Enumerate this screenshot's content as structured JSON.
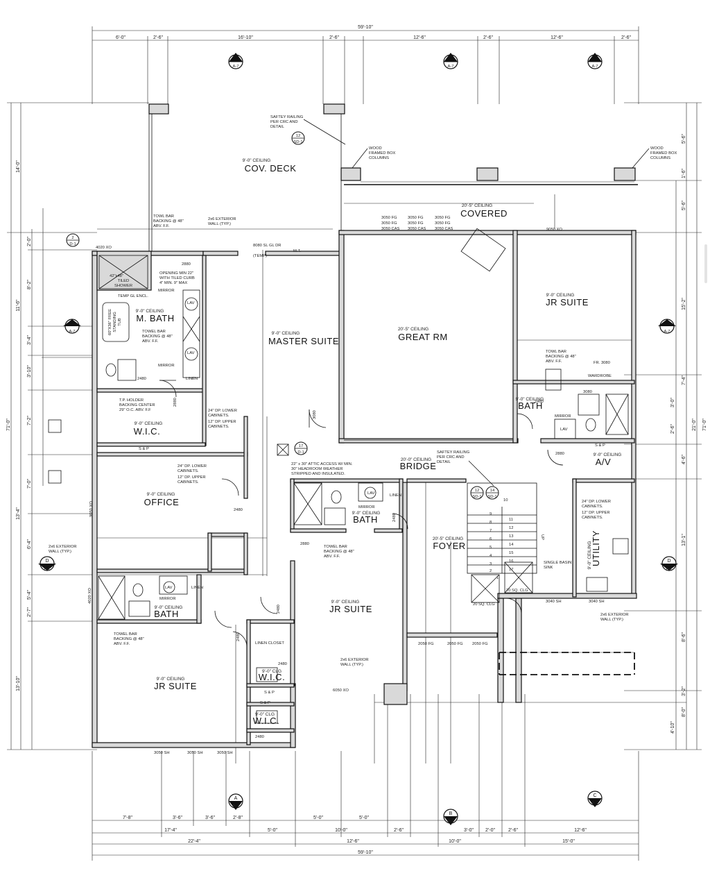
{
  "overall": {
    "top": "59'-10\"",
    "bottom": "59'-10\""
  },
  "top_dims": [
    "6'-0\"",
    "2'-6\"",
    "16'-10\"",
    "2'-6\"",
    "12'-6\"",
    "2'-6\"",
    "12'-6\"",
    "2'-6\""
  ],
  "bottom_dims": [
    "7'-8\"",
    "3'-6\"",
    "3'-6\"",
    "2'-8\"",
    "5'-0\"",
    "5'-0\"",
    "2'-6\"",
    "3'-0\"",
    "2'-0\"",
    "2'-6\"",
    "12'-6\""
  ],
  "bottom_dims2": [
    "17'-4\"",
    "5'-0\"",
    "10'-0\"",
    "2'-6\"",
    "10'-0\"",
    "2'-6\"",
    "12'-6\""
  ],
  "bottom_dims3": [
    "22'-4\"",
    "12'-6\"",
    "10'-0\"",
    "15'-0\""
  ],
  "left_dims": [
    "14'-0\"",
    "2'-0\"",
    "8'-2\"",
    "3'-4\"",
    "3'-10\"",
    "7'-2\"",
    "13'-4\"",
    "6'-4\"",
    "7'-0\"",
    "5'-4\"",
    "2'-7\"",
    "13'-10\"",
    "11'-6\"",
    "71'-0\""
  ],
  "right_dims": [
    "5'-6\"",
    "1'-6\"",
    "5'-6\"",
    "15'-2\"",
    "7'-4\"",
    "3'-0\"",
    "2'-6\"",
    "4'-6\"",
    "13'-1\"",
    "8'-6\"",
    "3'-2\"",
    "8'-0\"",
    "4'-10\"",
    "21'-0\"",
    "71'-0\""
  ],
  "section_tags": [
    {
      "letter": "A",
      "sheet": "A-7"
    },
    {
      "letter": "B",
      "sheet": "A-7"
    },
    {
      "letter": "C",
      "sheet": "A-7"
    },
    {
      "letter": "E",
      "sheet": "A-7"
    },
    {
      "letter": "E",
      "sheet": "A-7"
    },
    {
      "letter": "D",
      "sheet": "A-7"
    },
    {
      "letter": "D",
      "sheet": "A-7"
    },
    {
      "letter": "A",
      "sheet": "A-7"
    },
    {
      "letter": "B",
      "sheet": "A-7"
    },
    {
      "letter": "C",
      "sheet": "A-7"
    }
  ],
  "detail_tags": [
    {
      "num": "12",
      "sheet": "SD-1"
    },
    {
      "num": "2",
      "sheet": "D-1"
    },
    {
      "num": "17",
      "sheet": "D-1"
    },
    {
      "num": "12",
      "sheet": "SD-1"
    },
    {
      "num": "14",
      "sheet": "SD-1"
    }
  ],
  "rooms": {
    "cov_deck": {
      "name": "COV. DECK",
      "ceiling": "9'-0\" CEILING"
    },
    "covered": {
      "name": "COVERED",
      "ceiling": "20'-5\" CEILING"
    },
    "m_bath": {
      "name": "M. BATH",
      "ceiling": "9'-0\" CEILING"
    },
    "master_suite": {
      "name": "MASTER SUITE",
      "ceiling": "9'-0\" CEILING"
    },
    "great_rm": {
      "name": "GREAT RM",
      "ceiling": "20'-5\" CEILING"
    },
    "jr_suite_1": {
      "name": "JR SUITE",
      "ceiling": "9'-0\" CEILING"
    },
    "wic_1": {
      "name": "W.I.C.",
      "ceiling": "9'-0\" CEILING"
    },
    "bath_1": {
      "name": "BATH",
      "ceiling": "9'-0\" CEILING"
    },
    "av": {
      "name": "A/V",
      "ceiling": "9'-0\" CEILING"
    },
    "bridge": {
      "name": "BRIDGE",
      "ceiling": "20'-0\" CEILING"
    },
    "office": {
      "name": "OFFICE",
      "ceiling": "9'-0\" CEILING"
    },
    "bath_2": {
      "name": "BATH",
      "ceiling": "9'-0\" CEILING"
    },
    "foyer": {
      "name": "FOYER",
      "ceiling": "20'-5\" CEILING"
    },
    "utility": {
      "name": "UTILITY",
      "ceiling": "9'-0\" CEILING"
    },
    "jr_suite_2": {
      "name": "JR SUITE",
      "ceiling": "9'-0\" CEILING"
    },
    "bath_3": {
      "name": "BATH",
      "ceiling": "9'-0\" CEILING"
    },
    "jr_suite_3": {
      "name": "JR SUITE",
      "ceiling": "9'-0\" CEILING"
    },
    "wic_2": {
      "name": "W.I.C.",
      "ceiling": "9'-0\" CLG"
    },
    "wic_3": {
      "name": "W.I.C.",
      "ceiling": "9'-0\" CLG"
    }
  },
  "notes": {
    "safety_railing_1": [
      "SAFTEY RAILING",
      "PER CRC AND",
      "DETAIL"
    ],
    "wood_columns_1": [
      "WOOD",
      "FRAMED BOX",
      "COLUMNS"
    ],
    "wood_columns_2": [
      "WOOD",
      "FRAMED BOX",
      "COLUMNS"
    ],
    "towl_bar_1": [
      "TOWL BAR",
      "BACKING @ 48\"",
      "ABV. F.F."
    ],
    "ext_wall_1": [
      "2x6 EXTERIOR",
      "WALL (TYP.)"
    ],
    "slider": [
      "8080 SL GL DR",
      "(TEMP)"
    ],
    "mt": "M.T.",
    "opening": [
      "OPENING MIN 22\"",
      "WITH TILED CURB",
      "4\" MIN. 9\" MAX"
    ],
    "tiled_shower": [
      "42\"x48\"",
      "TILED",
      "SHOWER"
    ],
    "temp_gl": "TEMP GL ENCL.",
    "free_tub": [
      "60\"X36\" FREE",
      "STANDING",
      "TUB"
    ],
    "towel_bar_2": [
      "TOWEL BAR",
      "BACKING @ 48\"",
      "ABV. F.F."
    ],
    "tp_holder": [
      "T.P. HOLDER",
      "BACKING CENTER",
      "29\" O.C. ABV. F.F"
    ],
    "cabinets_1": [
      "24\" DP. LOWER",
      "CABINETS.",
      "12\" DP. UPPER",
      "CABINETS."
    ],
    "cabinets_2": [
      "24\" DP. LOWER",
      "CABINETS.",
      "12\" DP. UPPER",
      "CABINETS."
    ],
    "cabinets_3": [
      "24\" DP. LOWER",
      "CABINETS.",
      "12\" DP. UPPER",
      "CABINETS."
    ],
    "attic": [
      "22\" x 30\" ATTIC ACCESS W/ MIN.",
      "30\" HEADROOM WEATHER",
      "STRIPPED AND INSULATED."
    ],
    "safety_railing_2": [
      "SAFTEY RAILING",
      "PER CRC AND",
      "DETAIL"
    ],
    "towel_bar_3": [
      "TOWEL BAR",
      "BACKING @ 48\"",
      "ABV. F.F."
    ],
    "towel_bar_4": [
      "TOWEL BAR",
      "BACKING @ 48\"",
      "ABV. F.F."
    ],
    "towl_bar_5": [
      "TOWL BAR",
      "BACKING @ 48\"",
      "ABV. F.F."
    ],
    "ext_wall_2": [
      "2x6 EXTERIOR",
      "WALL (TYP.)"
    ],
    "ext_wall_3": [
      "2x6 EXTERIOR",
      "WALL (TYP.)"
    ],
    "ext_wall_4": [
      "2x6 EXTERIOR",
      "WALL (TYP.)"
    ],
    "sink": [
      "SINGLE BASIN",
      "SINK"
    ],
    "wardrobe": "WARDROBE",
    "linen": "LINEN",
    "linen_closet": "LINEN CLOSET",
    "mirror": "MIRROR",
    "sp": "S & P",
    "lav": "LAV",
    "up": "UP",
    "tags": [
      "2880",
      "2480",
      "3080",
      "4020 XO",
      "9050 XO",
      "6050 XO",
      "3050 SH",
      "3040 SH",
      "2050 FG",
      "3050 FG",
      "3050 CAS",
      "FR. 3080",
      "20 SQ. CLG"
    ]
  },
  "stairs": [
    "1",
    "2",
    "3",
    "4",
    "5",
    "6",
    "7",
    "8",
    "9",
    "10",
    "11",
    "12",
    "13",
    "14",
    "15",
    "16",
    "17"
  ]
}
